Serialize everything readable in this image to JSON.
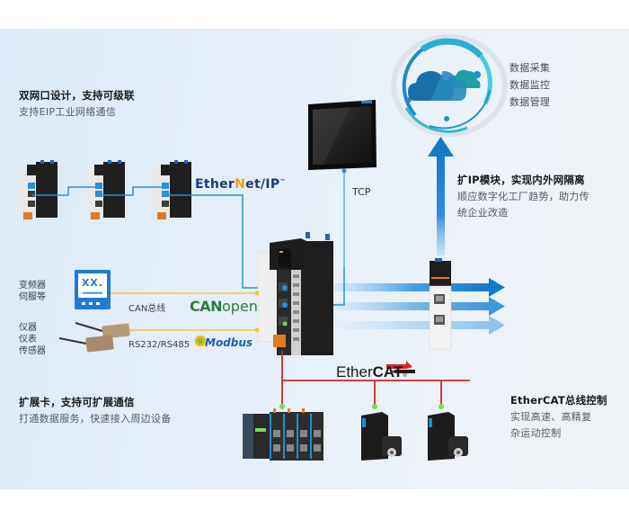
{
  "features": {
    "dual_port": {
      "title": "双网口设计，支持可级联",
      "desc": "支持EIP工业网络通信"
    },
    "ip_module": {
      "title": "扩IP模块，实现内外网隔离",
      "desc_lines": [
        "顺应数字化工厂趋势，助力传",
        "统企业改造"
      ]
    },
    "expansion": {
      "title": "扩展卡，支持可扩展通信",
      "desc": "打通数据服务，快速接入周边设备"
    },
    "ethercat": {
      "title": "EtherCAT总线控制",
      "desc_lines": [
        "实现高速、高精复",
        "杂运动控制"
      ]
    }
  },
  "cloud": {
    "icon": "cloud-icon",
    "services": [
      "数据采集",
      "数据监控",
      "数据管理"
    ]
  },
  "hmi": {
    "icon": "touch-panel-icon",
    "link_label": "TCP"
  },
  "devices": {
    "drive": {
      "display_text": "XX.",
      "label_lines": [
        "变频器",
        "伺服等"
      ],
      "bus_label": "CAN总线"
    },
    "sensors": {
      "label_lines": [
        "仪器",
        "仪表",
        "传感器"
      ],
      "bus_label": "RS232/RS485"
    }
  },
  "protocols": {
    "ethernet_ip": {
      "pre": "Ether",
      "mid": "N",
      "post": "et/IP",
      "tm": "™"
    },
    "canopen": {
      "bold": "CAN",
      "light": "open"
    },
    "modbus": "Modbus",
    "ethercat": {
      "light": "Ether",
      "bold": "CAT",
      "reg": "®"
    }
  },
  "colors": {
    "eip_line": "#2b8fd6",
    "can_line": "#f5c542",
    "ethercat_line": "#d8232a",
    "arrow_blue": "#1479c9",
    "text_title": "#1a1a1a",
    "text_desc": "#555b62"
  }
}
